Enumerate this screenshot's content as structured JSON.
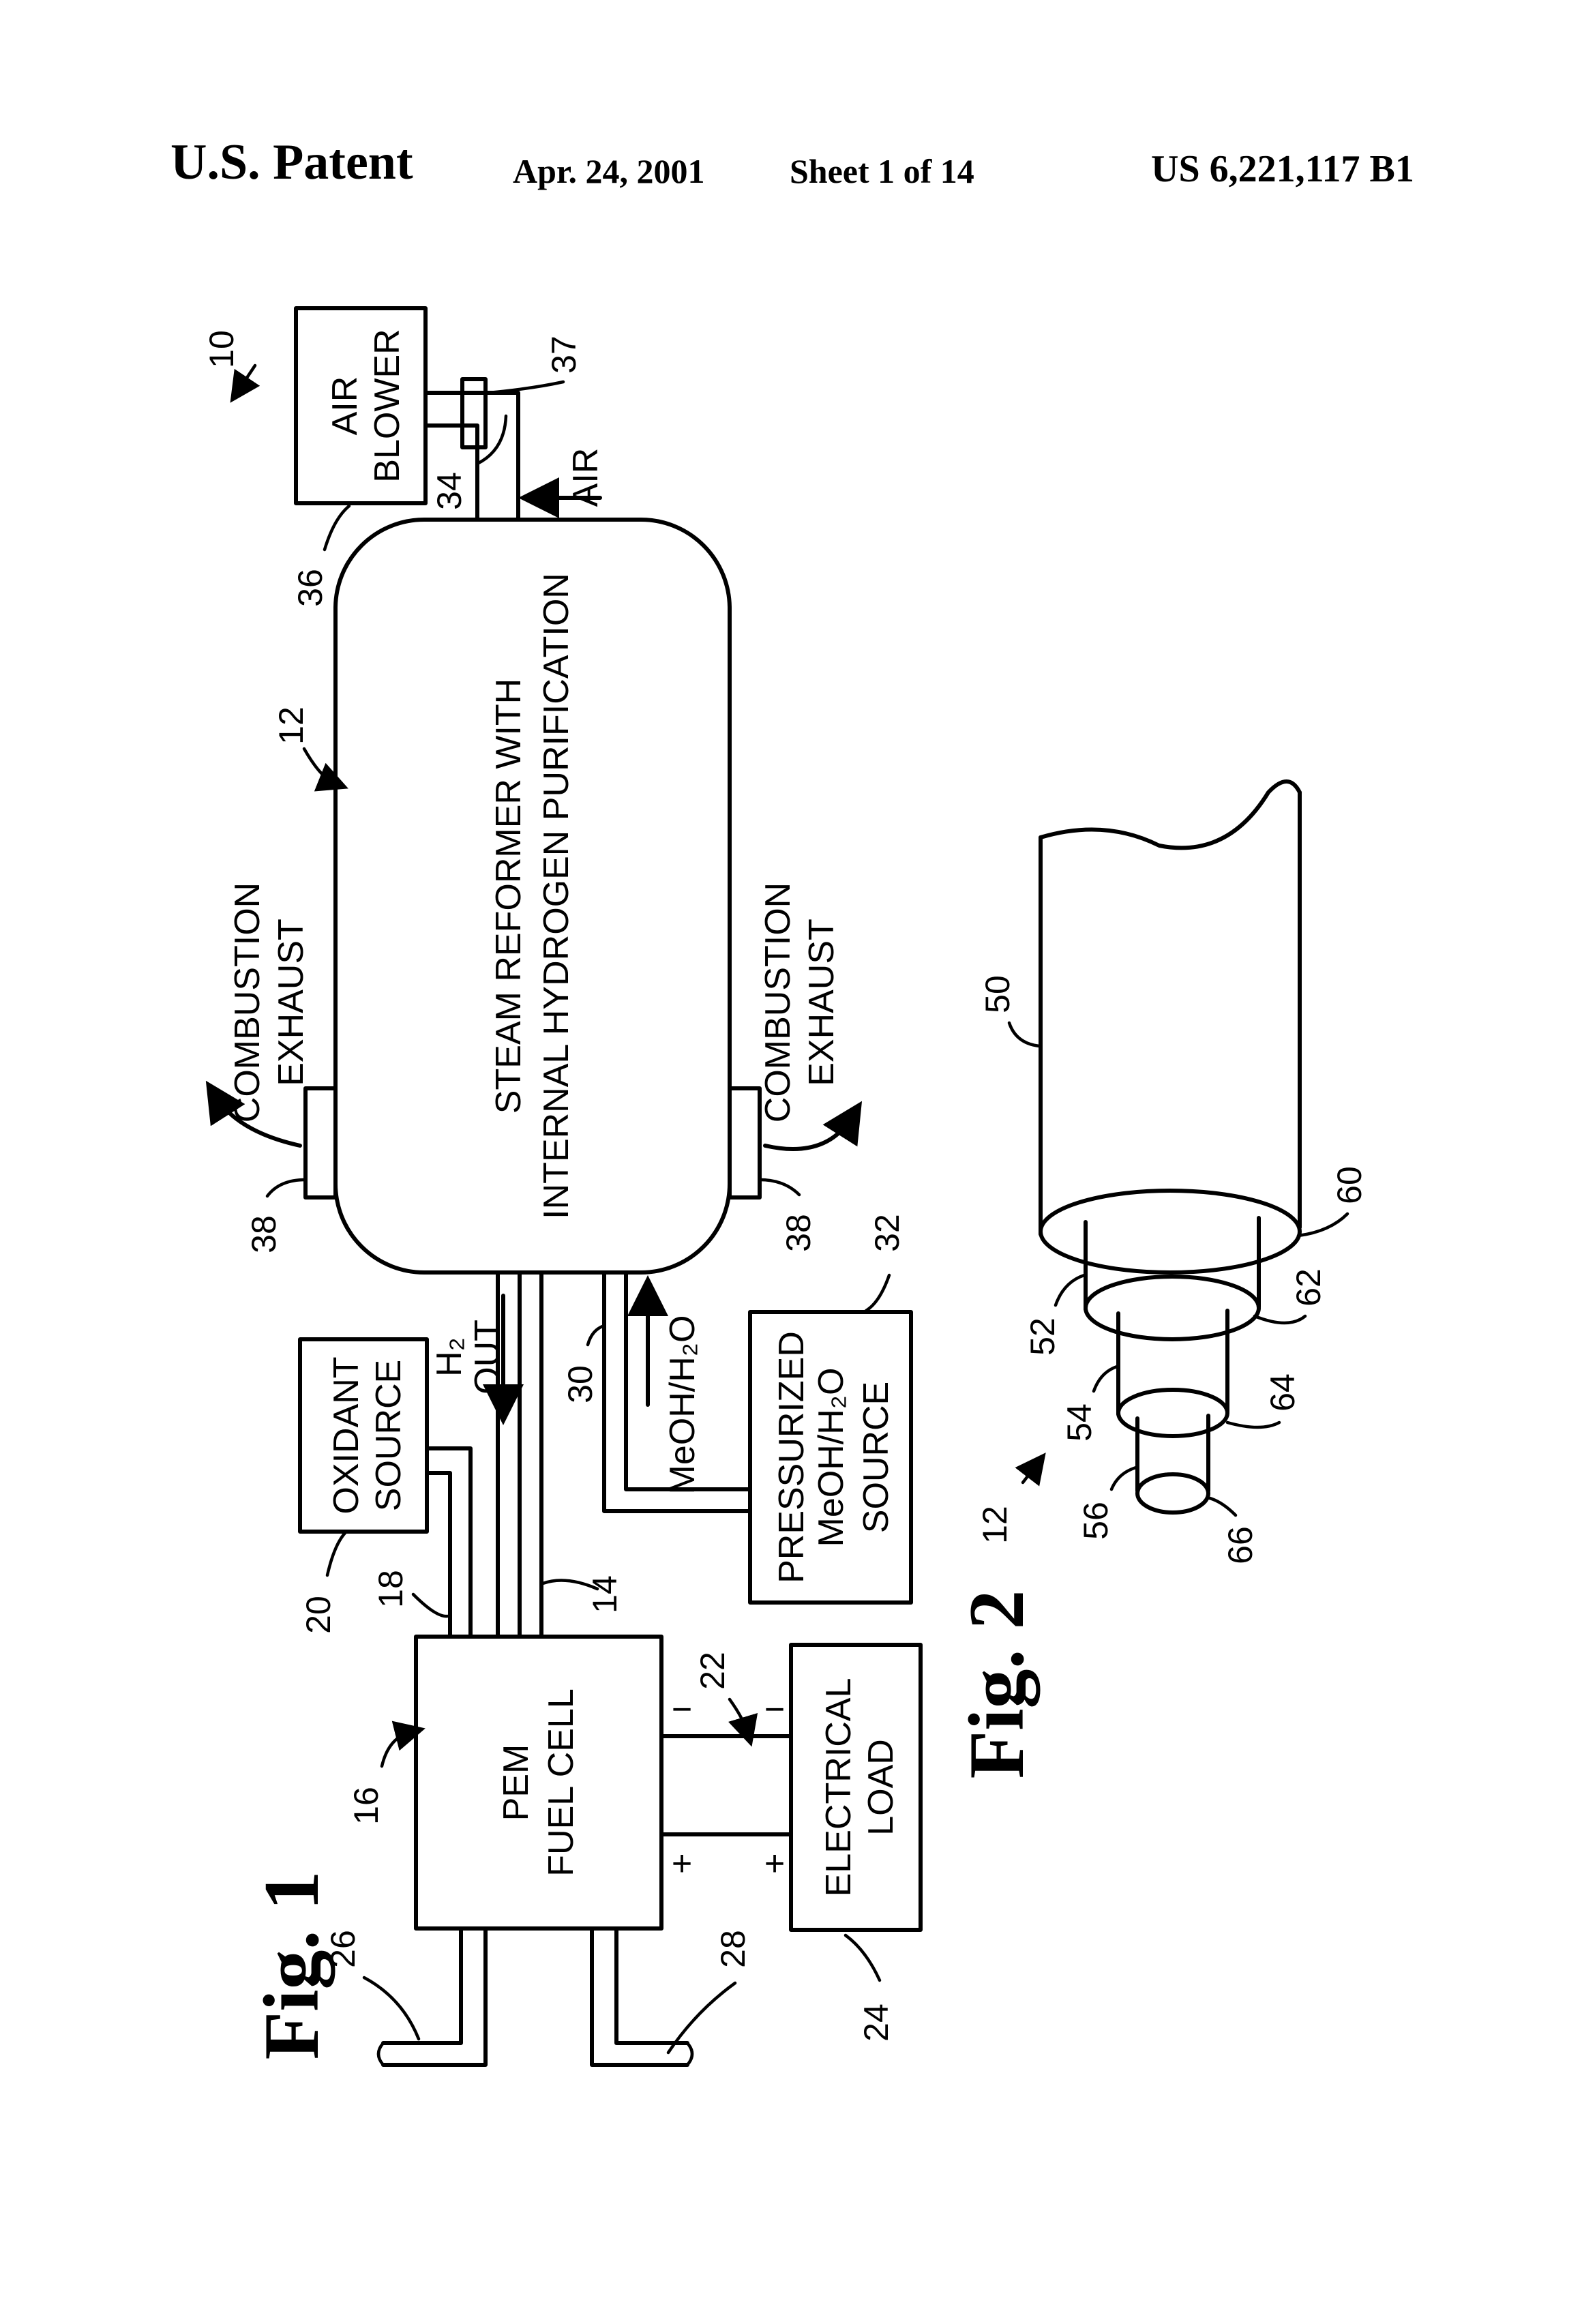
{
  "header": {
    "patent_label": "U.S. Patent",
    "date": "Apr. 24, 2001",
    "sheet": "Sheet 1 of 14",
    "patent_number": "US 6,221,117 B1"
  },
  "fig1": {
    "label": "Fig. 1",
    "steam_reformer": {
      "line1": "STEAM REFORMER WITH",
      "line2": "INTERNAL HYDROGEN PURIFICATION"
    },
    "air_blower": {
      "line1": "AIR",
      "line2": "BLOWER"
    },
    "oxidant_source": {
      "line1": "OXIDANT",
      "line2": "SOURCE"
    },
    "pem_fuel_cell": {
      "line1": "PEM",
      "line2": "FUEL CELL"
    },
    "electrical_load": {
      "line1": "ELECTRICAL",
      "line2": "LOAD"
    },
    "pressurized_source": {
      "line1": "PRESSURIZED",
      "line2": "MeOH/H₂O",
      "line3": "SOURCE"
    },
    "exhaust": {
      "line1": "COMBUSTION",
      "line2": "EXHAUST"
    },
    "h2_out": {
      "line1": "H₂",
      "line2": "OUT"
    },
    "meoh_flow": "MeOH/H₂O",
    "air_in": "AIR",
    "polarity": {
      "minus": "−",
      "plus": "+"
    },
    "refs": {
      "r10": "10",
      "r12": "12",
      "r14": "14",
      "r16": "16",
      "r18": "18",
      "r20": "20",
      "r22": "22",
      "r24": "24",
      "r26": "26",
      "r28": "28",
      "r30": "30",
      "r32": "32",
      "r34": "34",
      "r36": "36",
      "r37": "37",
      "r38": "38"
    }
  },
  "fig2": {
    "label": "Fig. 2",
    "refs": {
      "r12": "12",
      "r50": "50",
      "r52": "52",
      "r54": "54",
      "r56": "56",
      "r60": "60",
      "r62": "62",
      "r64": "64",
      "r66": "66"
    }
  }
}
